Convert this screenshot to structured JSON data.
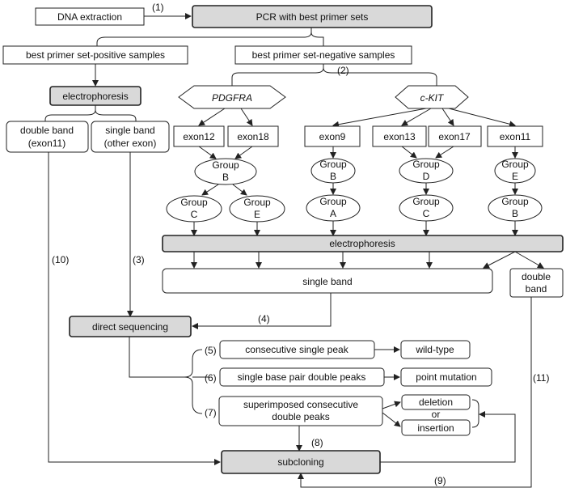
{
  "nodes": {
    "dna_extraction": "DNA extraction",
    "pcr": "PCR with best primer sets",
    "positive": "best primer set-positive  samples",
    "negative": "best primer set-negative samples",
    "electrophoresis_left": "electrophoresis",
    "double_band_line1": "double band",
    "double_band_line2": "(exon11)",
    "single_band_line1": "single band",
    "single_band_line2": "(other exon)",
    "pdgfra": "PDGFRA",
    "ckit": "c-KIT",
    "exon12": "exon12",
    "exon18": "exon18",
    "exon9": "exon9",
    "exon13": "exon13",
    "exon17": "exon17",
    "exon11": "exon11",
    "group_b_1": [
      "Group",
      "B"
    ],
    "group_b_2": [
      "Group",
      "B"
    ],
    "group_d": [
      "Group",
      "D"
    ],
    "group_e_1": [
      "Group",
      "E"
    ],
    "group_c_1": [
      "Group",
      "C"
    ],
    "group_e_2": [
      "Group",
      "E"
    ],
    "group_a": [
      "Group",
      "A"
    ],
    "group_c_2": [
      "Group",
      "C"
    ],
    "group_b_3": [
      "Group",
      "B"
    ],
    "electrophoresis_main": "electrophoresis",
    "single_band": "single band",
    "double_band_right_line1": "double",
    "double_band_right_line2": "band",
    "direct_sequencing": "direct sequencing",
    "consecutive_single_peak": "consecutive single peak",
    "wild_type": "wild-type",
    "single_bp_double_peaks": "single base pair double peaks",
    "point_mutation": "point mutation",
    "superimposed_line1": "superimposed consecutive",
    "superimposed_line2": "double peaks",
    "deletion": "deletion",
    "or": "or",
    "insertion": "insertion",
    "subcloning": "subcloning"
  },
  "step_labels": {
    "s1": "(1)",
    "s2": "(2)",
    "s3": "(3)",
    "s4": "(4)",
    "s5": "(5)",
    "s6": "(6)",
    "s7": "(7)",
    "s8": "(8)",
    "s9": "(9)",
    "s10": "(10)",
    "s11": "(11)"
  }
}
